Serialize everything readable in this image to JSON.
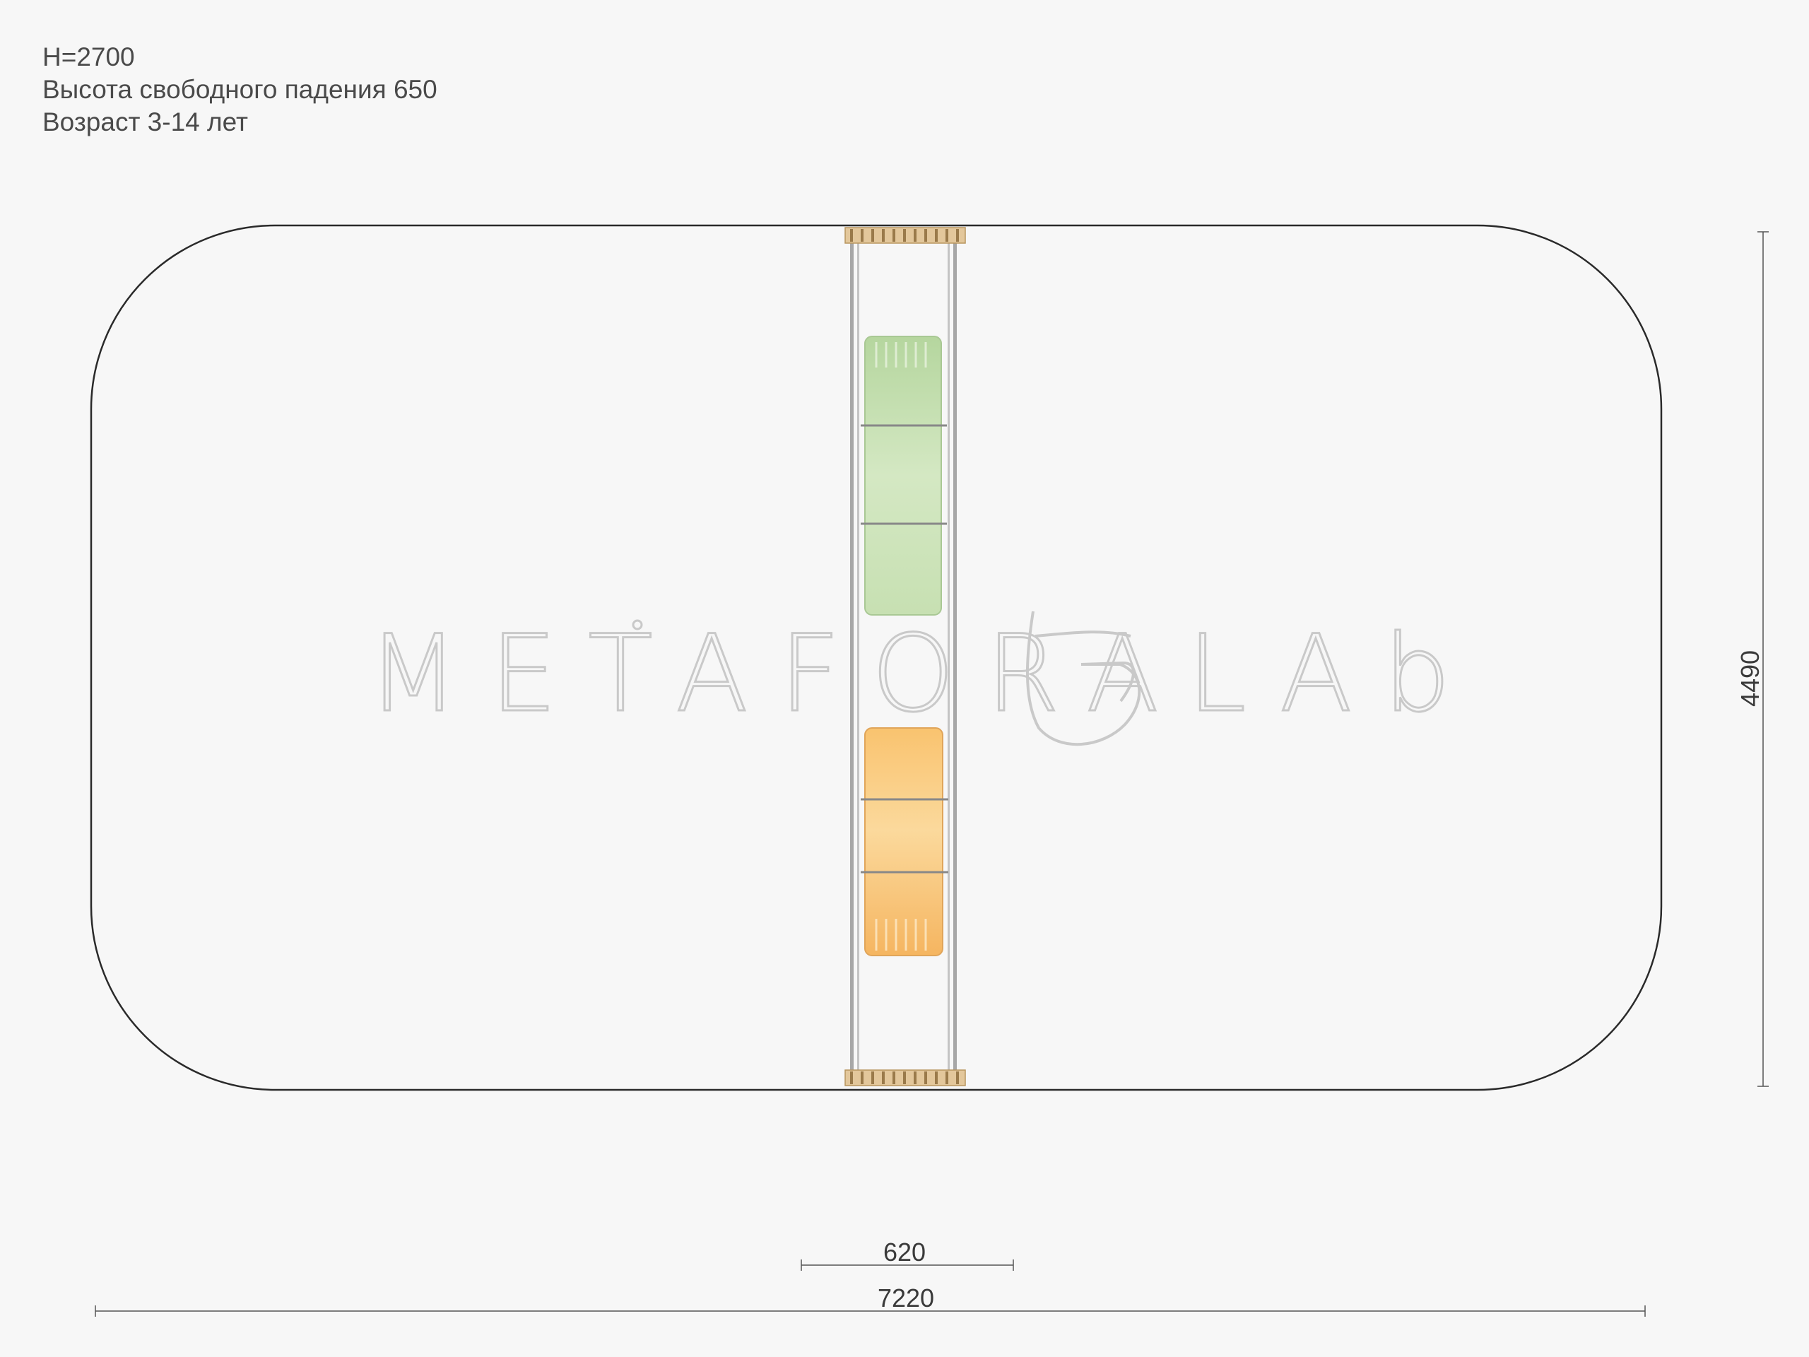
{
  "specs": {
    "height": "H=2700",
    "fall_height": "Высота свободного падения 650",
    "age": "Возраст 3-14 лет"
  },
  "dimensions": {
    "unit_width": "620",
    "total_width": "7220",
    "total_depth": "4490"
  },
  "watermark": {
    "left_text": "METAFORA",
    "right_text": "LAb"
  },
  "colors": {
    "outline": "#2a2a2a",
    "wood": "#d9b98a",
    "wood_dark": "#a8875a",
    "rail": "#9a9a9a",
    "panel_green": "#bfdcac",
    "panel_orange": "#f7c06d",
    "dimension_line": "#555555",
    "watermark": "#c9c9c9"
  }
}
